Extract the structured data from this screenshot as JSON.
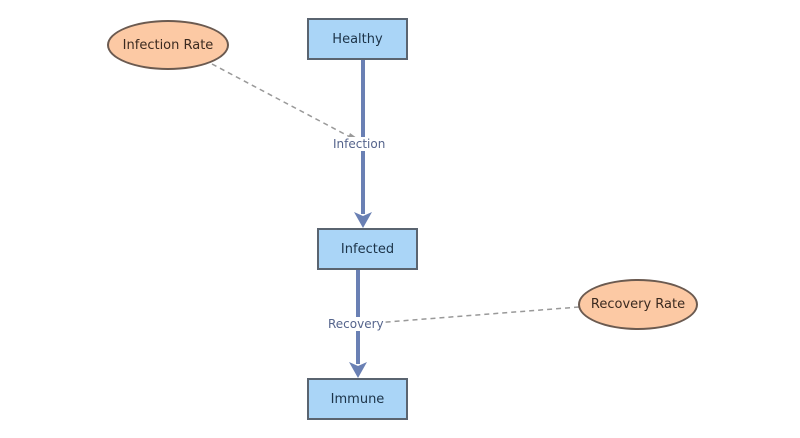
{
  "stocks": {
    "healthy": "Healthy",
    "infected": "Infected",
    "immune": "Immune"
  },
  "flows": {
    "infection": "Infection",
    "recovery": "Recovery"
  },
  "variables": {
    "infection_rate": "Infection Rate",
    "recovery_rate": "Recovery Rate"
  },
  "colors": {
    "stock_fill": "#aad5f7",
    "variable_fill": "#fcc9a4",
    "flow": "#6a80b4",
    "link": "#999999"
  }
}
